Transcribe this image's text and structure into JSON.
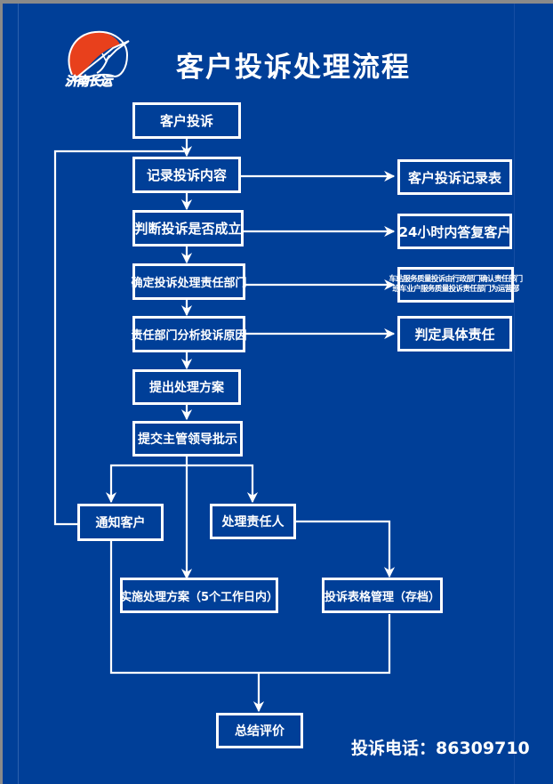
{
  "header": {
    "logo_icon": "seagull-sun-logo-icon",
    "logo_text": "济南长运",
    "title": "客户投诉处理流程"
  },
  "flow": {
    "main": [
      {
        "id": "complaint",
        "label": "客户投诉"
      },
      {
        "id": "record",
        "label": "记录投诉内容"
      },
      {
        "id": "judge",
        "label": "判断投诉是否成立"
      },
      {
        "id": "dept",
        "label": "确定投诉处理责任部门"
      },
      {
        "id": "analyze",
        "label": "责任部门分析投诉原因"
      },
      {
        "id": "plan",
        "label": "提出处理方案"
      },
      {
        "id": "approve",
        "label": "提交主管领导批示"
      }
    ],
    "side": [
      {
        "id": "record-form",
        "label": "客户投诉记录表"
      },
      {
        "id": "reply",
        "label": "24小时内答复客户"
      },
      {
        "id": "dept-note",
        "lines": [
          "车站服务质量投诉由行政部门确认责任部门",
          "班车业户服务质量投诉责任部门为运营部"
        ]
      },
      {
        "id": "responsibility",
        "label": "判定具体责任"
      }
    ],
    "branches": [
      {
        "id": "notify",
        "label": "通知客户"
      },
      {
        "id": "handle-person",
        "label": "处理责任人"
      },
      {
        "id": "implement",
        "label": "实施处理方案（5个工作日内）"
      },
      {
        "id": "archive",
        "label": "投诉表格管理（存档）"
      }
    ],
    "final": {
      "id": "summary",
      "label": "总结评价"
    }
  },
  "footer": {
    "phone_label": "投诉电话：",
    "phone_number": "86309710"
  },
  "colors": {
    "background": "#003f98",
    "line": "#ffffff",
    "logo_red": "#e8401c"
  }
}
